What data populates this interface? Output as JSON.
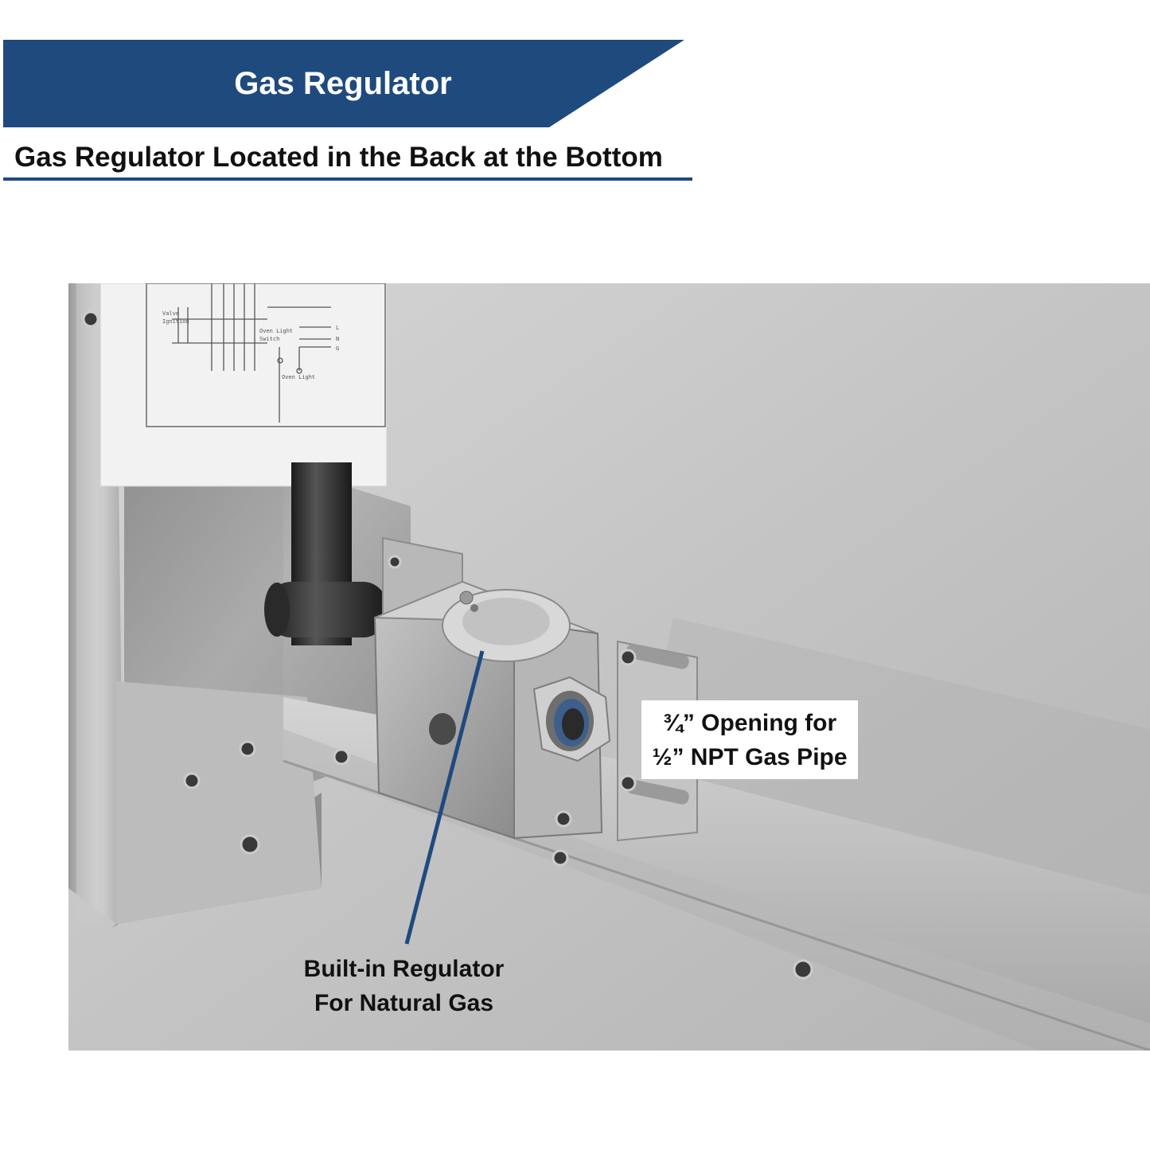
{
  "banner": {
    "title": "Gas Regulator",
    "color": "#1f4a7e"
  },
  "subtitle": "Gas Regulator Located in the Back at the Bottom",
  "accent_color": "#1f4a7e",
  "photo": {
    "wiring_diagram_labels": [
      "Valve",
      "Ignition",
      "Oven Light",
      "Switch",
      "L",
      "N",
      "G",
      "Oven Light"
    ]
  },
  "callouts": {
    "opening": {
      "line1": "¾” Opening for",
      "line2": "½” NPT Gas Pipe"
    },
    "regulator": {
      "line1": "Built-in Regulator",
      "line2": "For Natural Gas"
    }
  }
}
